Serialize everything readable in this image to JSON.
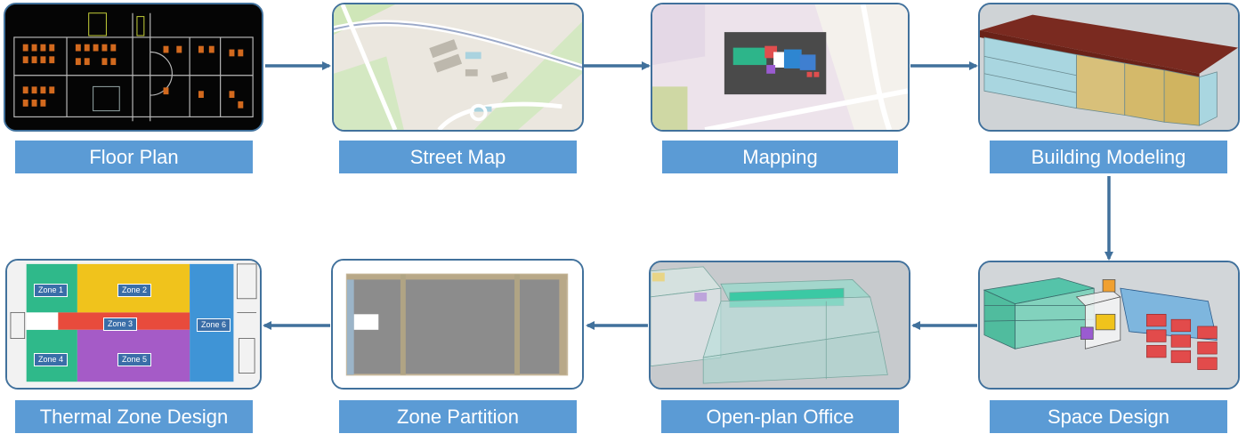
{
  "steps": [
    {
      "label": "Floor Plan"
    },
    {
      "label": "Street Map"
    },
    {
      "label": "Mapping"
    },
    {
      "label": "Building Modeling"
    },
    {
      "label": "Space Design"
    },
    {
      "label": "Open-plan Office"
    },
    {
      "label": "Zone Partition"
    },
    {
      "label": "Thermal Zone Design"
    }
  ],
  "zones": [
    "Zone 1",
    "Zone 2",
    "Zone 3",
    "Zone 4",
    "Zone 5",
    "Zone 6"
  ],
  "colors": {
    "label_fill": "#5b9bd5",
    "tile_border": "#41719c",
    "arrow": "#41719c",
    "zone1": "#2fb98a",
    "zone2": "#f0c31c",
    "zone3": "#e84b3c",
    "zone4": "#2fb98a",
    "zone5": "#a55bc7",
    "zone6": "#3f94d6"
  }
}
